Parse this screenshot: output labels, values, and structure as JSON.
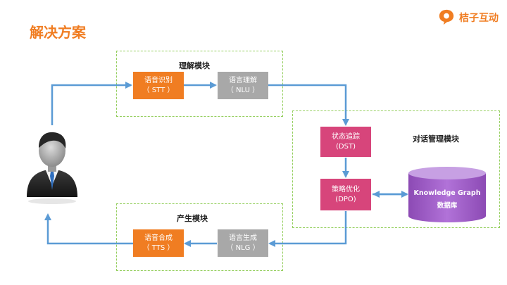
{
  "title": "解决方案",
  "brand": {
    "name": "桔子互动",
    "logo_icon": "orange-speech-bubble-icon",
    "color": "#f07d22"
  },
  "groups": {
    "understanding": {
      "label": "理解模块"
    },
    "dialog": {
      "label": "对话管理模块"
    },
    "generation": {
      "label": "产生模块"
    }
  },
  "nodes": {
    "stt": {
      "line1": "语音识别",
      "line2": "（ STT ）"
    },
    "nlu": {
      "line1": "语言理解",
      "line2": "（ NLU ）"
    },
    "dst": {
      "line1": "状态追踪",
      "line2": "(DST)"
    },
    "dpo": {
      "line1": "策略优化",
      "line2": "(DPO)"
    },
    "nlg": {
      "line1": "语言生成",
      "line2": "（ NLG ）"
    },
    "tts": {
      "line1": "语音合成",
      "line2": "（ TTS ）"
    },
    "kg": {
      "line1": "Knowledge Graph",
      "line2": "数据库"
    }
  },
  "user": {
    "icon": "businessman-avatar-icon"
  },
  "colors": {
    "accent": "#f07d22",
    "module_border": "#95cf5f",
    "stt_tts": "#f07d22",
    "nlu_nlg": "#a8a8a8",
    "dst_dpo": "#d7457b",
    "database": "#a25fc8",
    "arrows": "#5b9bd5"
  }
}
